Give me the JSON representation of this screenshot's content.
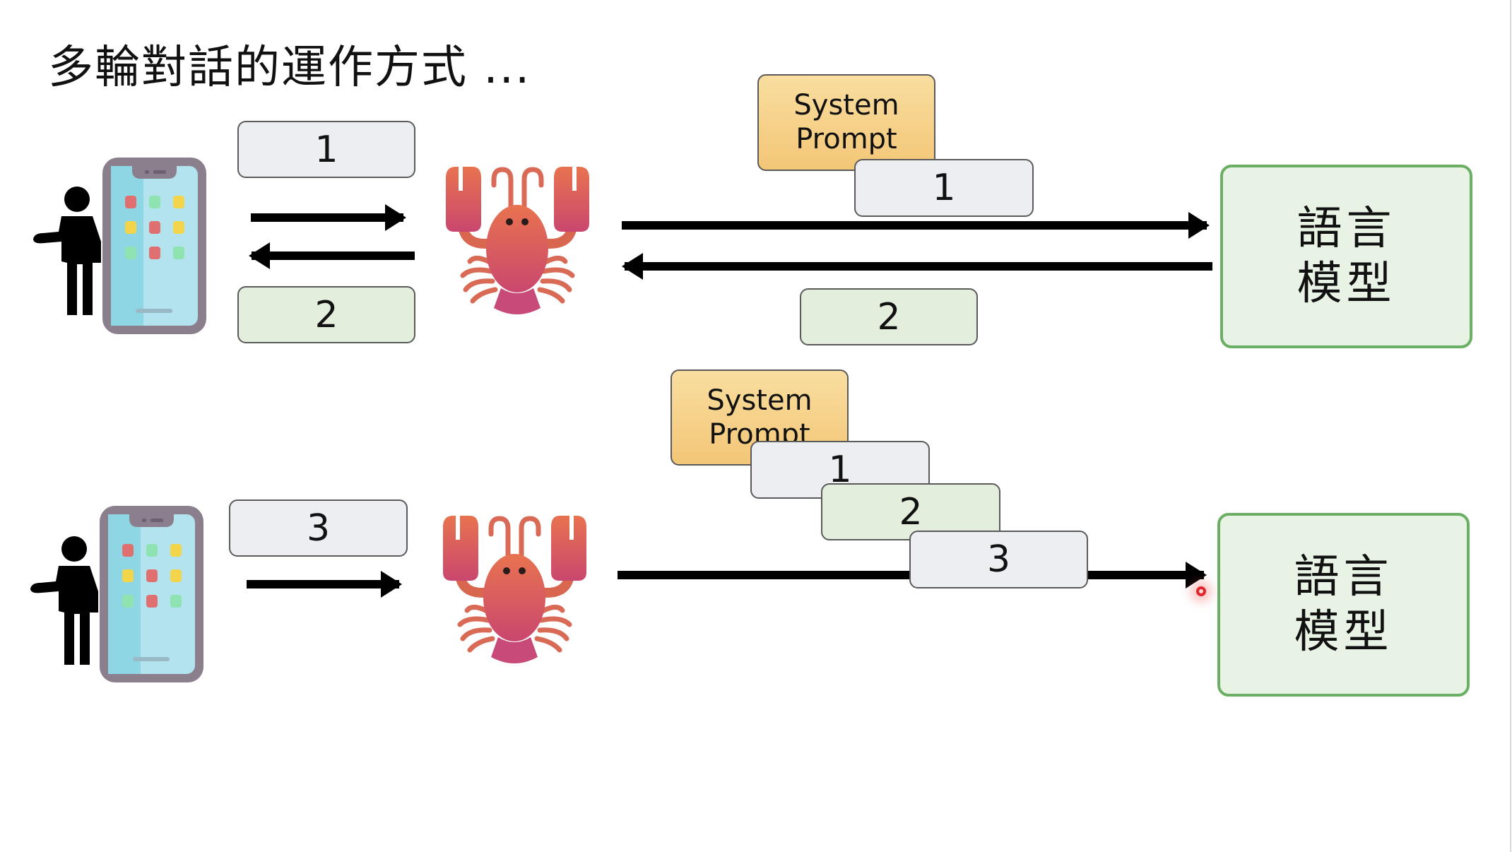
{
  "slide": {
    "title": "多輪對話的運作方式 ...",
    "top_row": {
      "user_message": "1",
      "reply_message": "2",
      "system_prompt": "System Prompt",
      "system_prompt_lines": [
        "System",
        "Prompt"
      ],
      "model_input_message": "1",
      "model_output_message": "2",
      "model_label_lines": [
        "語言",
        "模型"
      ]
    },
    "bottom_row": {
      "user_message": "3",
      "system_prompt_lines": [
        "System",
        "Prompt"
      ],
      "context_messages": [
        "1",
        "2",
        "3"
      ],
      "model_label_lines": [
        "語言",
        "模型"
      ]
    },
    "icons": {
      "person": "person-icon",
      "phone": "smartphone-icon",
      "agent": "lobster-icon",
      "cursor": "laser-pointer-icon"
    },
    "phone_app_colors": [
      [
        "#e07070",
        "#8fe3b0",
        "#f2d54a"
      ],
      [
        "#f2d54a",
        "#e07070",
        "#f2d54a"
      ],
      [
        "#8fe3b0",
        "#e07070",
        "#8fe3b0"
      ]
    ],
    "colors": {
      "user_box": "#eceef2",
      "reply_box": "#e3eedc",
      "system_prompt": "#f6d186",
      "model_border": "#6aaf63",
      "model_fill": "#e8f3e5",
      "lobster": "#e0664f"
    }
  }
}
